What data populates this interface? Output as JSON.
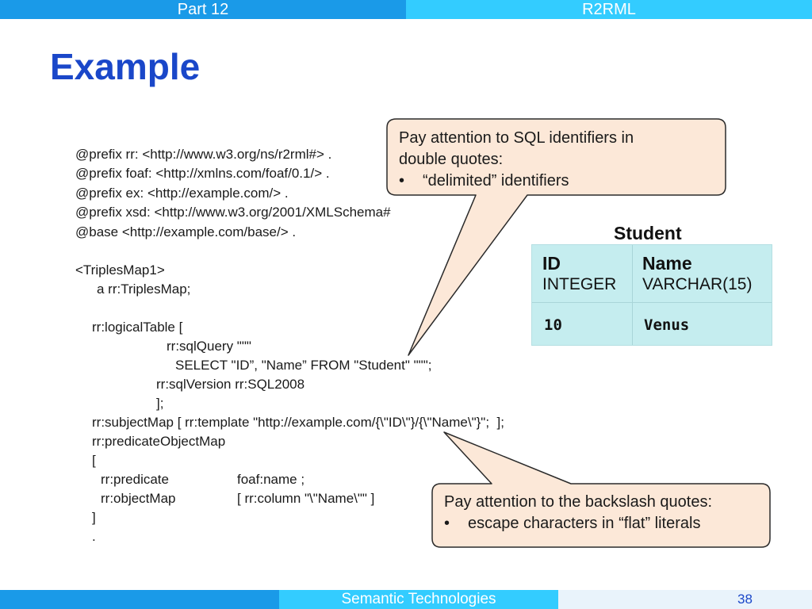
{
  "header": {
    "left": "Part 12",
    "right": "R2RML"
  },
  "title": "Example",
  "code_lines": [
    "@prefix rr: <http://www.w3.org/ns/r2rml#> .",
    "@prefix foaf: <http://xmlns.com/foaf/0.1/> .",
    "@prefix ex: <http://example.com/> .",
    "@prefix xsd: <http://www.w3.org/2001/XMLSchema#",
    "@base <http://example.com/base/> .",
    "<TriplesMap1>",
    "a rr:TriplesMap;",
    "rr:logicalTable [",
    "rr:sqlQuery \"\"\"",
    "SELECT \"ID”, \"Name” FROM \"Student\" \"\"\";",
    "rr:sqlVersion rr:SQL2008",
    "];",
    "rr:subjectMap [ rr:template \"http://example.com/{\\\"ID\\\"}/{\\\"Name\\\"}\";  ];",
    "rr:predicateObjectMap",
    "[",
    "rr:predicate",
    "foaf:name ;",
    "rr:objectMap",
    "[ rr:column \"\\\"Name\\\"\" ]",
    "]",
    "."
  ],
  "callout_top": {
    "line1": "Pay attention to SQL identifiers in",
    "line2": "double quotes:",
    "bullet": "•",
    "item": "“delimited” identifiers"
  },
  "callout_bottom": {
    "line1": "Pay attention to the backslash quotes:",
    "bullet": "•",
    "item": "escape characters in “flat” literals"
  },
  "table": {
    "caption": "Student",
    "columns": [
      {
        "name": "ID",
        "type": "INTEGER"
      },
      {
        "name": "Name",
        "type": "VARCHAR(15)"
      }
    ],
    "rows": [
      [
        "10",
        "Venus"
      ]
    ]
  },
  "footer": {
    "course": "Semantic Technologies",
    "page": "38"
  },
  "colors": {
    "title": "#1a47c9",
    "bar_dark": "#1a9ae8",
    "bar_light": "#33ccff",
    "callout_fill": "#fce8d8",
    "table_fill": "#c5edef"
  }
}
